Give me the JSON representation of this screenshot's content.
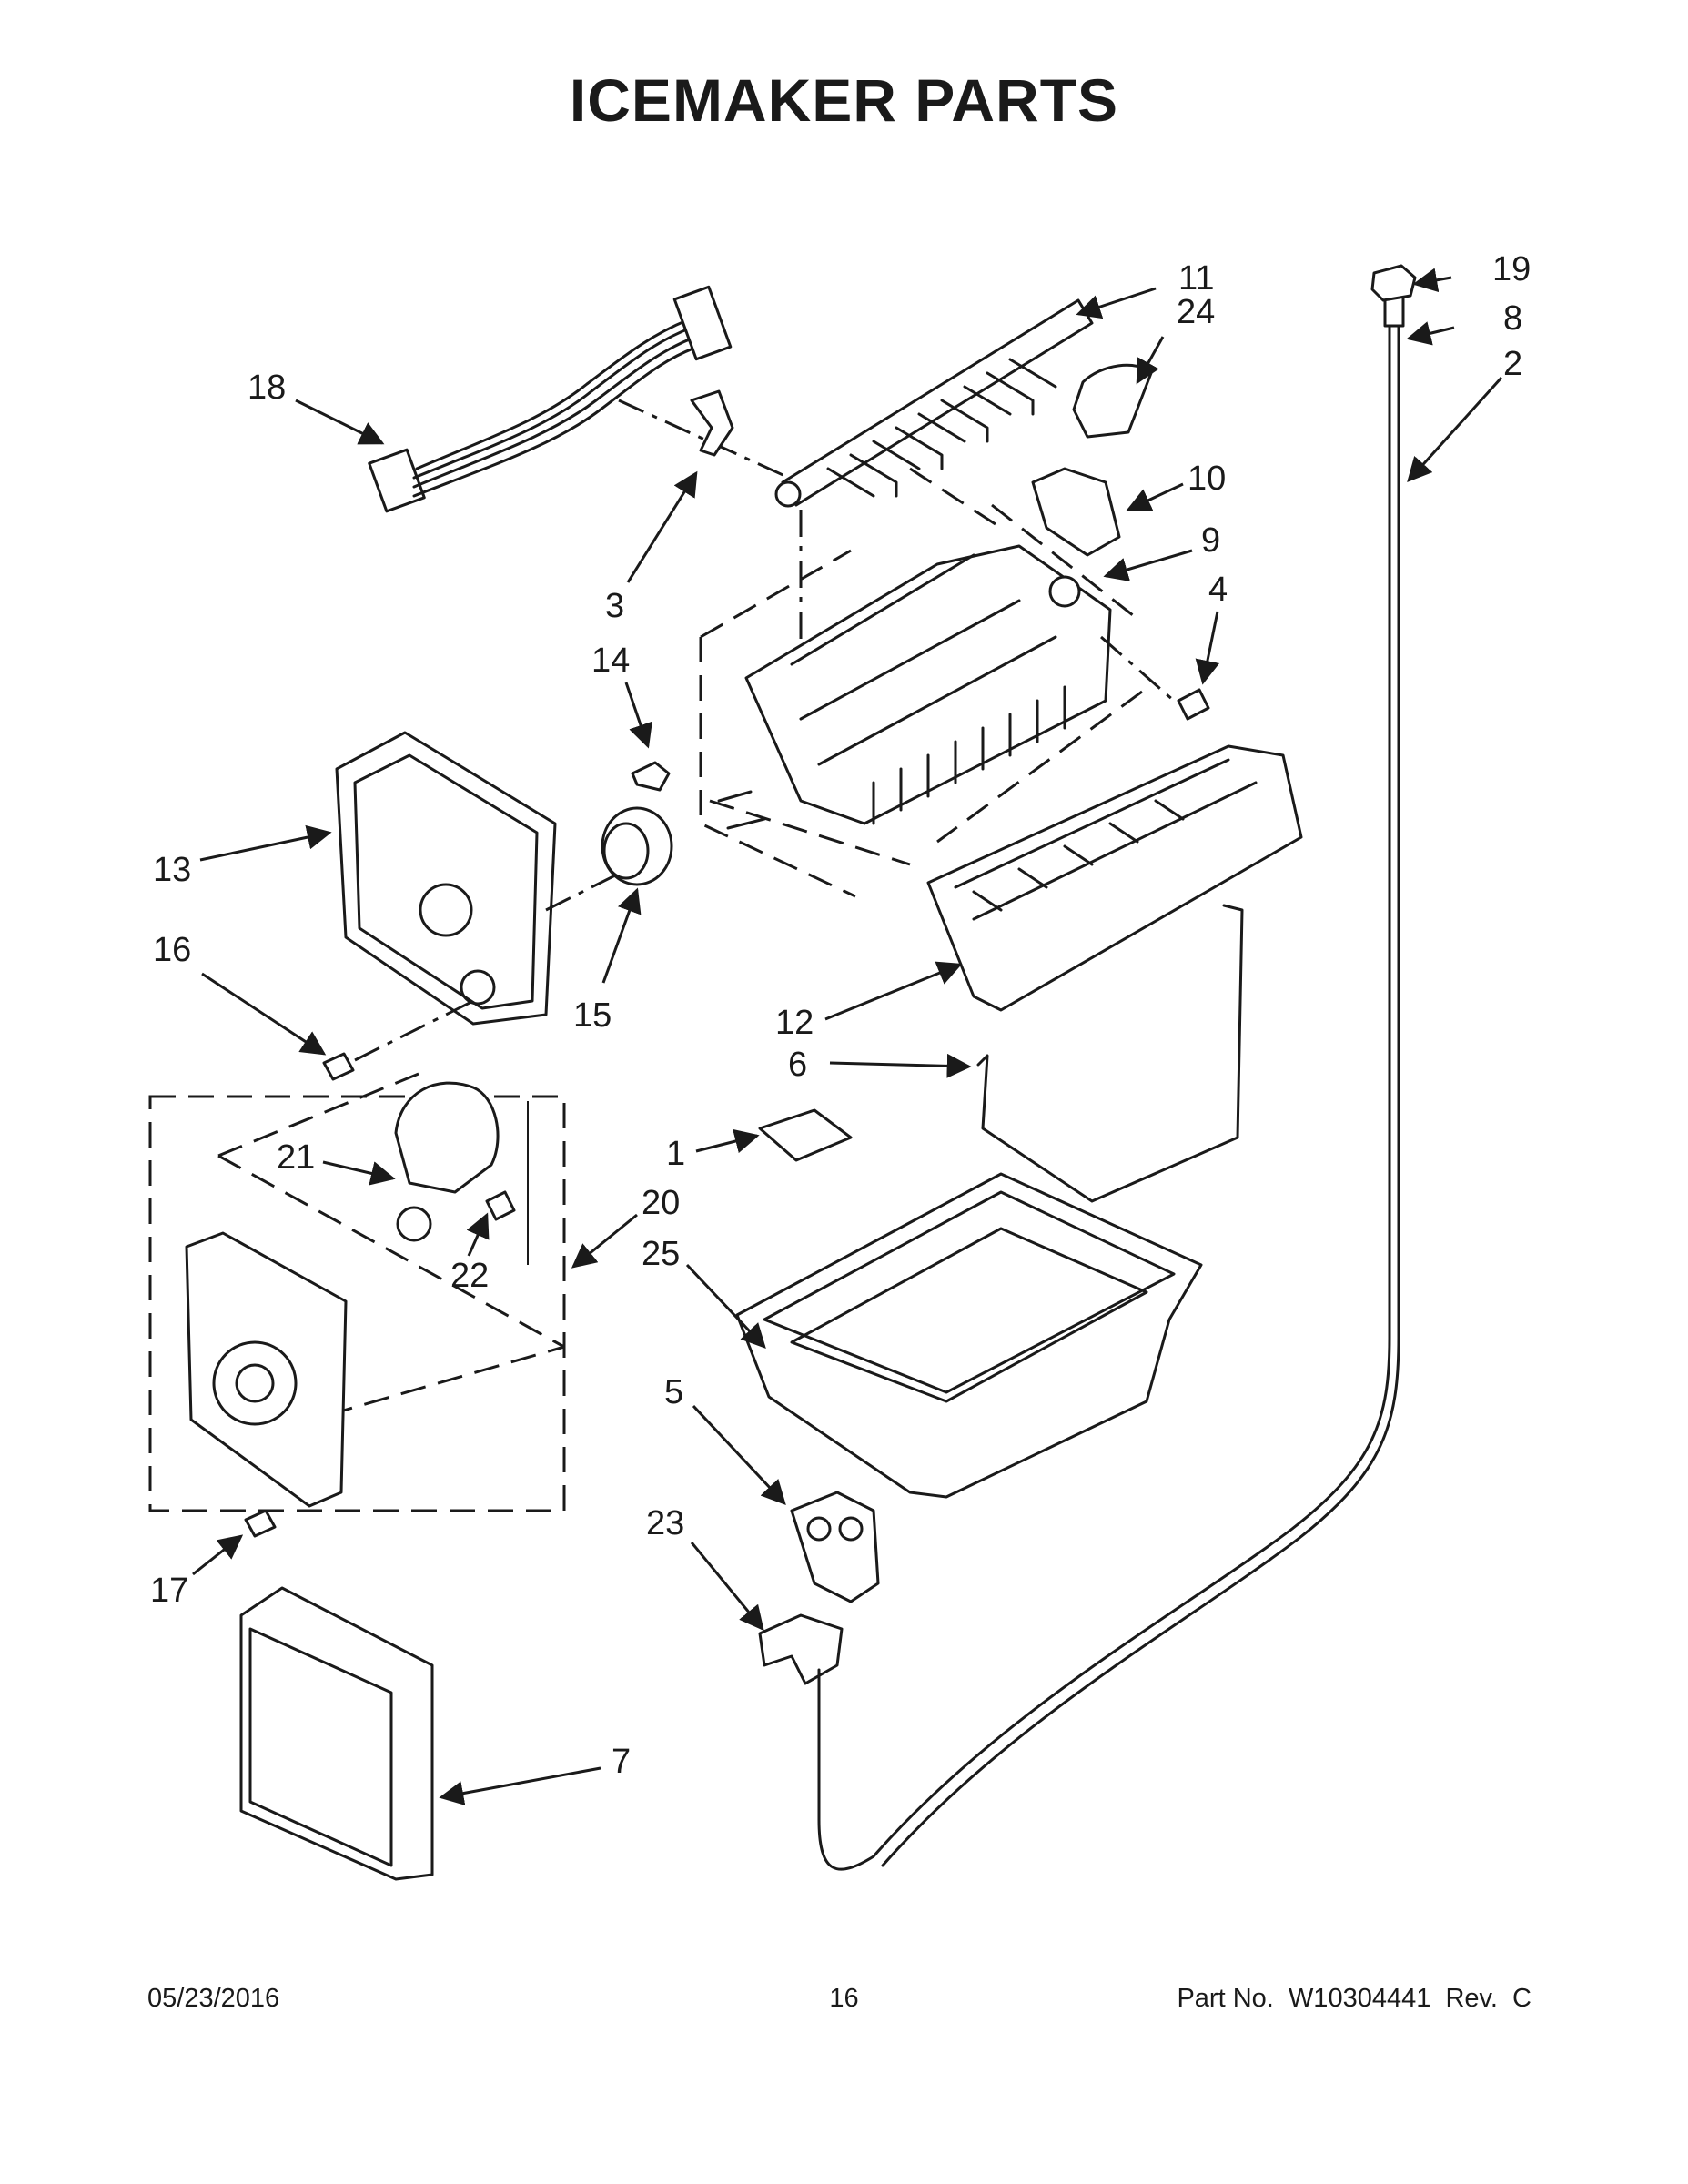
{
  "title": "ICEMAKER PARTS",
  "callouts": [
    {
      "id": "11",
      "label": "11"
    },
    {
      "id": "24",
      "label": "24"
    },
    {
      "id": "19",
      "label": "19"
    },
    {
      "id": "8",
      "label": "8"
    },
    {
      "id": "2",
      "label": "2"
    },
    {
      "id": "18",
      "label": "18"
    },
    {
      "id": "10",
      "label": "10"
    },
    {
      "id": "9",
      "label": "9"
    },
    {
      "id": "4",
      "label": "4"
    },
    {
      "id": "3",
      "label": "3"
    },
    {
      "id": "14",
      "label": "14"
    },
    {
      "id": "13",
      "label": "13"
    },
    {
      "id": "16",
      "label": "16"
    },
    {
      "id": "15",
      "label": "15"
    },
    {
      "id": "12",
      "label": "12"
    },
    {
      "id": "6",
      "label": "6"
    },
    {
      "id": "1",
      "label": "1"
    },
    {
      "id": "21",
      "label": "21"
    },
    {
      "id": "20",
      "label": "20"
    },
    {
      "id": "22",
      "label": "22"
    },
    {
      "id": "25",
      "label": "25"
    },
    {
      "id": "5",
      "label": "5"
    },
    {
      "id": "23",
      "label": "23"
    },
    {
      "id": "17",
      "label": "17"
    },
    {
      "id": "7",
      "label": "7"
    }
  ],
  "footer": {
    "date": "05/23/2016",
    "page": "16",
    "part_number": "Part No.  W10304441  Rev.  C"
  }
}
